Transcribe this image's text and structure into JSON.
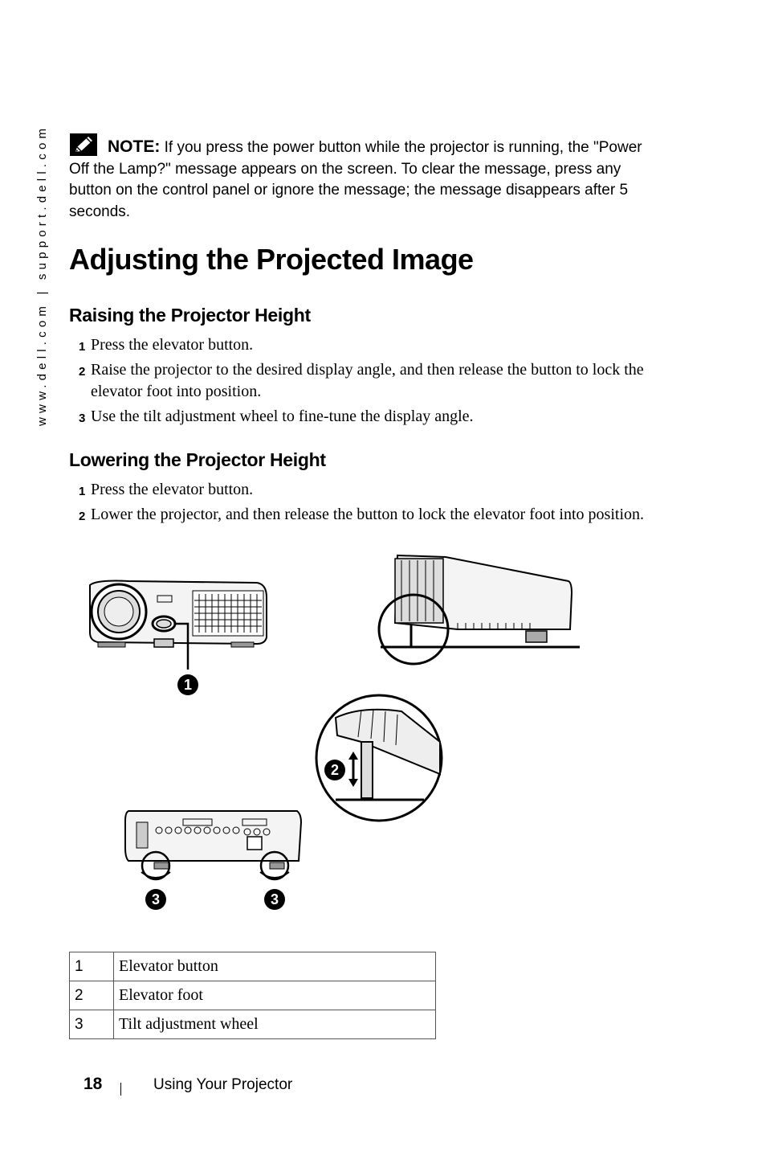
{
  "side_url": "www.dell.com | support.dell.com",
  "note": {
    "label": "NOTE:",
    "text": " If you press the power button while the projector is running, the \"Power Off the Lamp?\" message appears on the screen. To clear the message, press any button on the control panel or ignore the message; the message disappears after 5 seconds."
  },
  "title": "Adjusting the Projected Image",
  "raising": {
    "heading": "Raising the Projector Height",
    "steps": [
      {
        "num": "1",
        "text": "Press the elevator button."
      },
      {
        "num": "2",
        "text": "Raise the projector to the desired display angle, and then release the button to lock the elevator foot into position."
      },
      {
        "num": "3",
        "text": "Use the tilt adjustment wheel to fine-tune the display angle."
      }
    ]
  },
  "lowering": {
    "heading": "Lowering the Projector Height",
    "steps": [
      {
        "num": "1",
        "text": "Press the elevator button."
      },
      {
        "num": "2",
        "text": "Lower the projector, and then release the button to lock the elevator foot into position."
      }
    ]
  },
  "callouts": [
    "1",
    "2",
    "3",
    "3"
  ],
  "legend": [
    {
      "num": "1",
      "label": "Elevator button"
    },
    {
      "num": "2",
      "label": "Elevator foot"
    },
    {
      "num": "3",
      "label": "Tilt adjustment wheel"
    }
  ],
  "footer": {
    "page_number": "18",
    "section": "Using Your Projector"
  }
}
